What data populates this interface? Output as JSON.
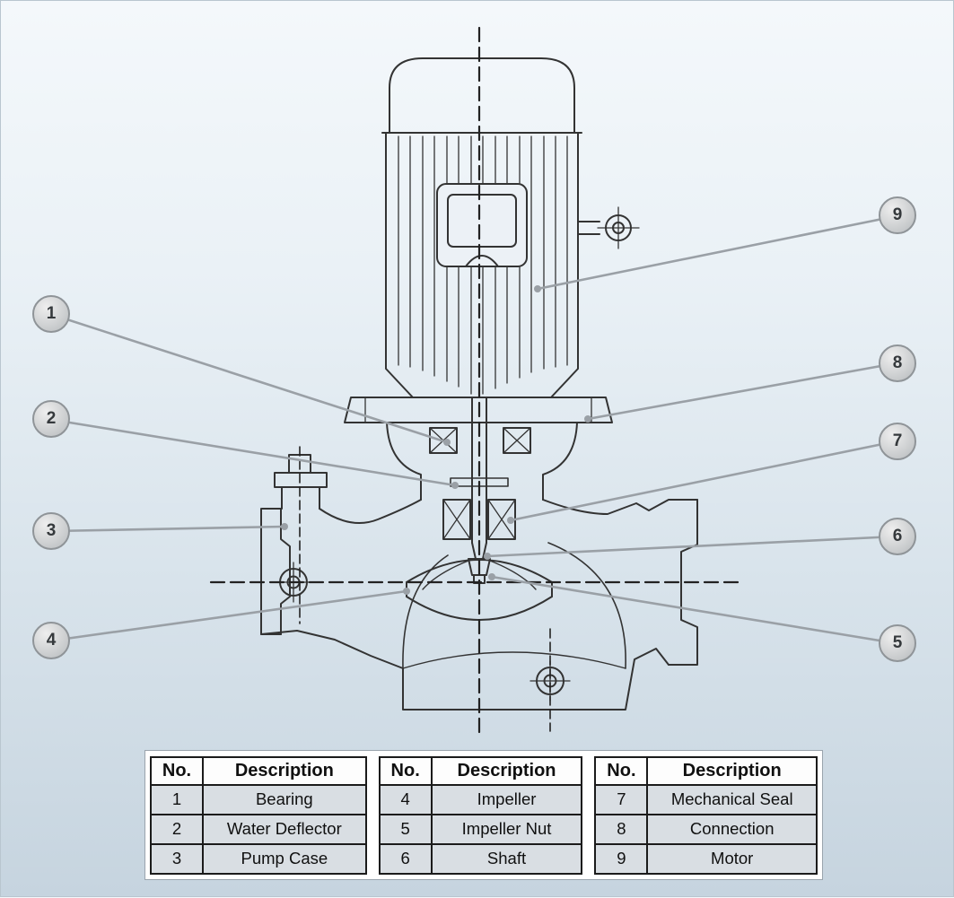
{
  "colors": {
    "drawing_line": "#333333",
    "leader_line": "#9aa0a6",
    "callout_fill": "#cfd2d4",
    "callout_border": "#8f9498",
    "table_row_bg": "#d9dee3",
    "panel_bg": "#ffffff",
    "background_top": "#f4f8fb",
    "background_bottom": "#c6d4df"
  },
  "callouts": [
    {
      "label": "1"
    },
    {
      "label": "2"
    },
    {
      "label": "3"
    },
    {
      "label": "4"
    },
    {
      "label": "5"
    },
    {
      "label": "6"
    },
    {
      "label": "7"
    },
    {
      "label": "8"
    },
    {
      "label": "9"
    }
  ],
  "legend": {
    "tables": [
      {
        "no_header": "No.",
        "desc_header": "Description",
        "rows": [
          {
            "no": "1",
            "desc": "Bearing"
          },
          {
            "no": "2",
            "desc": "Water Deflector"
          },
          {
            "no": "3",
            "desc": "Pump Case"
          }
        ]
      },
      {
        "no_header": "No.",
        "desc_header": "Description",
        "rows": [
          {
            "no": "4",
            "desc": "Impeller"
          },
          {
            "no": "5",
            "desc": "Impeller Nut"
          },
          {
            "no": "6",
            "desc": "Shaft"
          }
        ]
      },
      {
        "no_header": "No.",
        "desc_header": "Description",
        "rows": [
          {
            "no": "7",
            "desc": "Mechanical Seal"
          },
          {
            "no": "8",
            "desc": "Connection"
          },
          {
            "no": "9",
            "desc": "Motor"
          }
        ]
      }
    ]
  }
}
